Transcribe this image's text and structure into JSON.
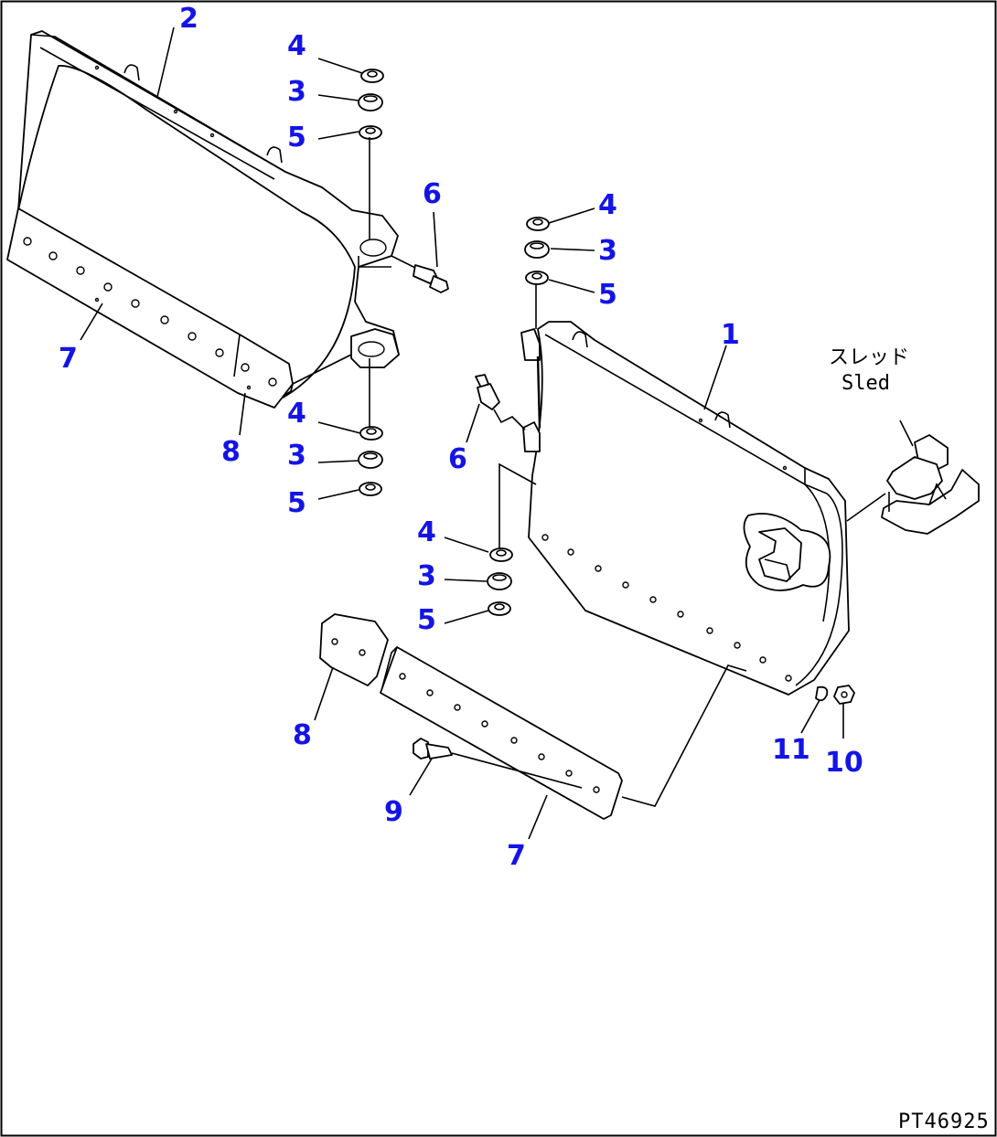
{
  "drawing_code": "PT46925",
  "sled_label": {
    "japanese": "スレッド",
    "english": "Sled"
  },
  "callouts": {
    "c1": "1",
    "c2": "2",
    "c3a": "3",
    "c3b": "3",
    "c3c": "3",
    "c3d": "3",
    "c4a": "4",
    "c4b": "4",
    "c4c": "4",
    "c4d": "4",
    "c5a": "5",
    "c5b": "5",
    "c5c": "5",
    "c5d": "5",
    "c6a": "6",
    "c6b": "6",
    "c7a": "7",
    "c7b": "7",
    "c8a": "8",
    "c8b": "8",
    "c9": "9",
    "c10": "10",
    "c11": "11"
  }
}
